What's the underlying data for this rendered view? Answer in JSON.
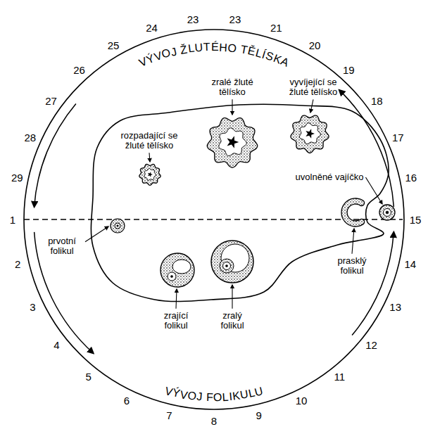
{
  "diagram": {
    "labels": [
      "1",
      "2",
      "3",
      "4",
      "5",
      "6",
      "7",
      "8",
      "9",
      "10",
      "11",
      "12",
      "13",
      "14",
      "15",
      "16",
      "17",
      "18",
      "19",
      "20",
      "21",
      "23",
      "23",
      "24",
      "25",
      "26",
      "27",
      "28",
      "29",
      "VÝVOJ ŽLUTÉHO TĚLÍSKA",
      "VÝVOJ FOLIKULU",
      "rozpadající se žluté tělísko",
      "zralé žluté tělísko",
      "vyvíjející se žluté tělísko",
      "uvolněné vajíčko",
      "prvotní folikul",
      "zrající folikul",
      "zralý folikul",
      "prasklý folikul"
    ]
  }
}
